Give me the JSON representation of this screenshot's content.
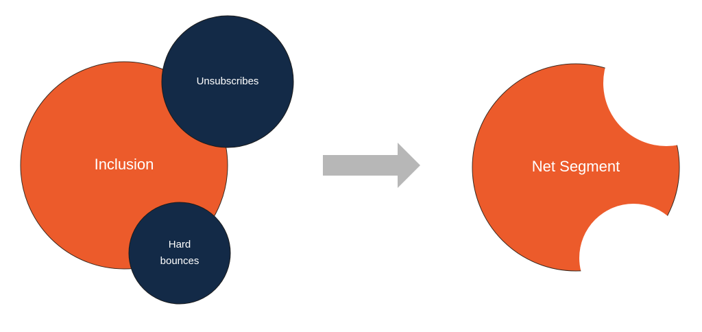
{
  "diagram": {
    "inclusion_label": "Inclusion",
    "unsubscribes_label": "Unsubscribes",
    "hard_bounces_line1": "Hard",
    "hard_bounces_line2": "bounces",
    "net_segment_label": "Net Segment"
  },
  "colors": {
    "orange": "#EC5B2B",
    "navy": "#132A47",
    "arrow_gray": "#B7B7B7",
    "outline": "#3a2a20"
  }
}
